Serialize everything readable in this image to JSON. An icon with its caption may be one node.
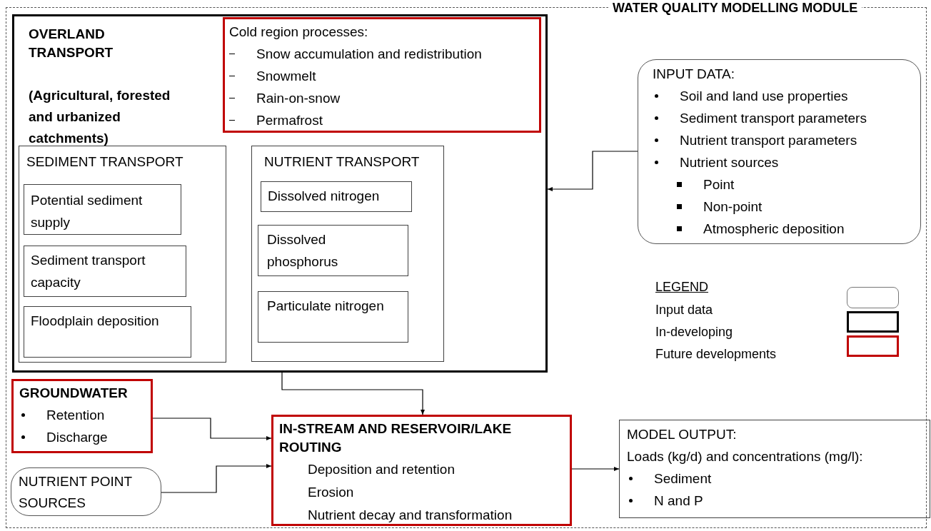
{
  "diagram": {
    "title": "WATER QUALITY MODELLING MODULE",
    "nodes": [
      {
        "text": [],
        "shape": "box"
      },
      {
        "text": [
          "OVERLAND TRANSPORT",
          "(Agricultural, forested and urbanized catchments)"
        ],
        "in": 0
      },
      {
        "text": [
          "Cold region processes:",
          "Snow accumulation and redistribution",
          "Snowmelt",
          "Rain-on-snow",
          "Permafrost"
        ],
        "in": 1
      },
      {
        "text": [
          "SEDIMENT TRANSPORT"
        ],
        "in": 1
      },
      {
        "text": [
          "Potential sediment supply"
        ],
        "in": 3
      },
      {
        "text": [
          "Sediment transport capacity"
        ],
        "in": 3
      },
      {
        "text": [
          "Floodplain deposition"
        ],
        "in": 3
      },
      {
        "text": [
          "NUTRIENT TRANSPORT"
        ],
        "in": 1
      },
      {
        "text": [
          "Dissolved nitrogen"
        ],
        "in": 7
      },
      {
        "text": [
          "Dissolved phosphorus"
        ],
        "in": 7
      },
      {
        "text": [
          "Particulate nitrogen"
        ],
        "in": 7
      },
      {
        "text": [
          "INPUT DATA:",
          "Soil and land use properties",
          "Sediment transport parameters",
          "Nutrient transport parameters",
          "Nutrient sources",
          "Point",
          "Non-point",
          "Atmospheric deposition"
        ],
        "in": 0
      },
      {
        "text": [
          "GROUNDWATER",
          "Retention",
          "Discharge"
        ],
        "in": 0
      },
      {
        "text": [
          "NUTRIENT POINT SOURCES"
        ],
        "in": 0
      },
      {
        "text": [
          "IN-STREAM AND RESERVOIR/LAKE ROUTING",
          "Deposition and retention",
          "Erosion",
          "Nutrient decay and transformation"
        ],
        "in": 0
      },
      {
        "text": [
          "MODEL OUTPUT:",
          "Loads (kg/d) and concentrations (mg/l):",
          "Sediment",
          "N and P"
        ],
        "in": 0
      }
    ],
    "edges": [
      {
        "from": 11,
        "to": 1,
        "arrow": "to"
      },
      {
        "from": 1,
        "to": 14,
        "arrow": "to"
      },
      {
        "from": 12,
        "to": 14,
        "arrow": "to"
      },
      {
        "from": 13,
        "to": 14,
        "arrow": "to"
      },
      {
        "from": 14,
        "to": 15,
        "arrow": "to"
      }
    ],
    "labels": [
      "LEGEND"
    ],
    "legend": [
      {
        "text": "Input data"
      },
      {
        "text": "In-developing"
      },
      {
        "text": "Future developments"
      }
    ]
  }
}
